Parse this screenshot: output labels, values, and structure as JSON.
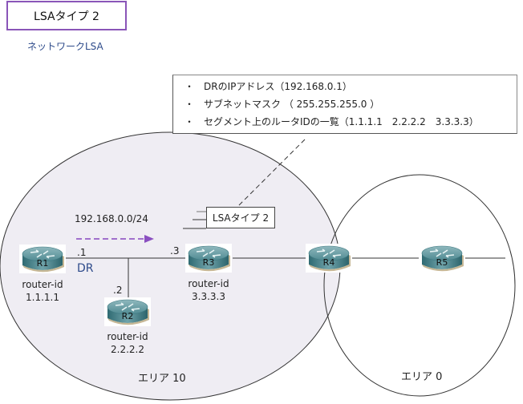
{
  "header": {
    "title": "LSAタイプ 2",
    "subtitle": "ネットワークLSA"
  },
  "info_box": {
    "bullet": "・",
    "items": [
      "DRのIPアドレス（192.168.0.1）",
      "サブネットマスク （ 255.255.255.0 ）",
      "セグメント上のルータIDの一覧（1.1.1.1　2.2.2.2　3.3.3.3）"
    ]
  },
  "lsa_packet": {
    "label": "LSAタイプ 2"
  },
  "network": {
    "segment": "192.168.0.0/24",
    "dr_label": "DR",
    "interfaces": {
      "r1": ".1",
      "r2": ".2",
      "r3": ".3"
    }
  },
  "routers": [
    {
      "name": "R1",
      "id_label": "router-id",
      "id": "1.1.1.1"
    },
    {
      "name": "R2",
      "id_label": "router-id",
      "id": "2.2.2.2"
    },
    {
      "name": "R3",
      "id_label": "router-id",
      "id": "3.3.3.3"
    },
    {
      "name": "R4"
    },
    {
      "name": "R5"
    }
  ],
  "areas": [
    {
      "name": "エリア 10"
    },
    {
      "name": "エリア 0"
    }
  ],
  "colors": {
    "title_border": "#8a55b8",
    "accent_blue": "#2d4a8a",
    "arrow_purple": "#a070cc",
    "area10_fill": "#efedf3"
  }
}
